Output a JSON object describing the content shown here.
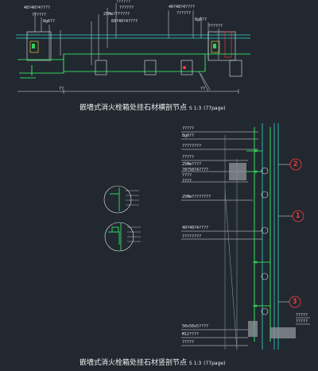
{
  "top_section": {
    "labels": [
      "40?40?4????",
      "??????",
      "8g6??",
      "??????",
      "??????",
      "25Mm???????",
      "60?40?4????",
      "40?40?4????",
      "??????",
      "8g6??",
      "??????"
    ],
    "dimensions": [
      "??",
      "??"
    ],
    "title": "嵌墙式消火栓箱处挂石材横剖节点",
    "scale": "S 1:3",
    "page_ref": "(77page)"
  },
  "side_section": {
    "labels": [
      "?????",
      "8g6??",
      "????????",
      "?????",
      "25Mm????",
      "?0?50?4????",
      "????",
      "????",
      "25Mm????????",
      "40?40?4????",
      "????????",
      "50x50x5????",
      "M12????",
      "?????"
    ],
    "callouts": [
      "2",
      "1",
      "3"
    ],
    "right_labels": [
      "?????",
      "?????"
    ],
    "title": "嵌墙式消火栓箱处挂石材竖剖节点",
    "scale": "S 1:3",
    "page_ref": "(77page)"
  },
  "colors": {
    "background": "#212830",
    "green": "#33d15a",
    "cyan": "#35d2d2",
    "white": "#e8e8e8",
    "red": "#ff3d3d",
    "yellow": "#e8e030",
    "gray": "#8a8f96"
  }
}
